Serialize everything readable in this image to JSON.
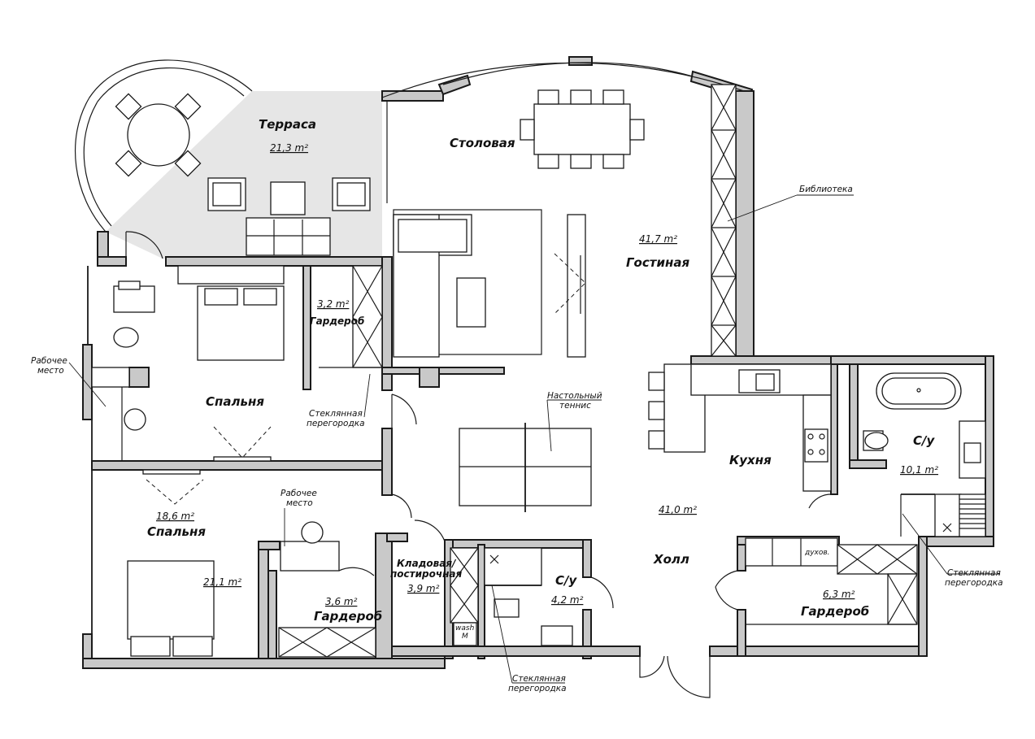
{
  "rooms": {
    "terrace": {
      "name": "Терраса",
      "area": "21,3 m²"
    },
    "dining": {
      "name": "Столовая"
    },
    "living": {
      "name": "Гостиная",
      "area": "41,7 m²"
    },
    "bedroom1": {
      "name": "Спальня"
    },
    "bedroom2": {
      "name": "Спальня",
      "area": "21,1 m²",
      "area2": "18,6 m²"
    },
    "wardrobe1": {
      "name": "Гардероб",
      "area": "3,2 m²"
    },
    "wardrobe2": {
      "name": "Гардероб",
      "area": "3,6 m²"
    },
    "wardrobe3": {
      "name": "Гардероб",
      "area": "6,3 m²"
    },
    "pantry": {
      "name1": "Кладовая/",
      "name2": "постирочная",
      "area": "3,9 m²"
    },
    "wc1": {
      "name": "С/у",
      "area": "4,2 m²"
    },
    "wc2": {
      "name": "С/у",
      "area": "10,1 m²"
    },
    "kitchen": {
      "name": "Кухня"
    },
    "hall": {
      "name": "Холл",
      "area": "41,0 m²"
    }
  },
  "notes": {
    "library": "Библиотека",
    "workplace1_l1": "Рабочее",
    "workplace1_l2": "место",
    "workplace2_l1": "Рабочее",
    "workplace2_l2": "место",
    "glass1_l1": "Стеклянная",
    "glass1_l2": "перегородка",
    "glass2_l1": "Стеклянная",
    "glass2_l2": "перегородка",
    "glass3_l1": "Стеклянная",
    "glass3_l2": "перегородка",
    "tennis_l1": "Настольный",
    "tennis_l2": "теннис",
    "wash": "wash",
    "wash_m": "M",
    "oven": "духов."
  }
}
